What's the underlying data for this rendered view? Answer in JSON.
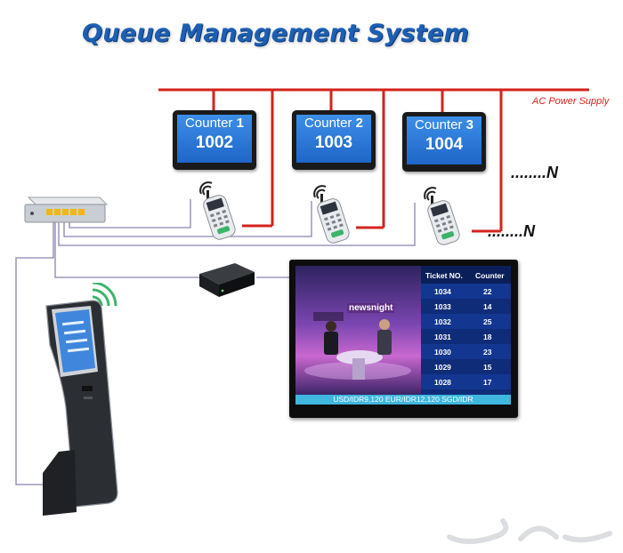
{
  "title": "Queue Management System",
  "power": {
    "label": "AC Power Supply"
  },
  "counters": [
    {
      "label": "Counter",
      "index": "1",
      "number": "1002"
    },
    {
      "label": "Counter",
      "index": "2",
      "number": "1003"
    },
    {
      "label": "Counter",
      "index": "3",
      "number": "1004"
    }
  ],
  "more_upper": "........N",
  "more_lower": "........N",
  "display": {
    "channel_logo": "newsnight",
    "headers": {
      "ticket": "Ticket NO.",
      "counter": "Counter"
    },
    "rows": [
      {
        "ticket": "1034",
        "counter": "22"
      },
      {
        "ticket": "1033",
        "counter": "14"
      },
      {
        "ticket": "1032",
        "counter": "25"
      },
      {
        "ticket": "1031",
        "counter": "18"
      },
      {
        "ticket": "1030",
        "counter": "23"
      },
      {
        "ticket": "1029",
        "counter": "15"
      },
      {
        "ticket": "1028",
        "counter": "17"
      }
    ],
    "ticker": "USD/IDR9,120 EUR/IDR12,120 SGD/IDR"
  },
  "colors": {
    "title": "#1d5fb3",
    "power_line": "#d3231e",
    "network_line": "#8a83b0",
    "counter_screen": "#2f7ddc",
    "table_bg": "#0f2c78",
    "ticker_bg": "#3fb7de"
  }
}
